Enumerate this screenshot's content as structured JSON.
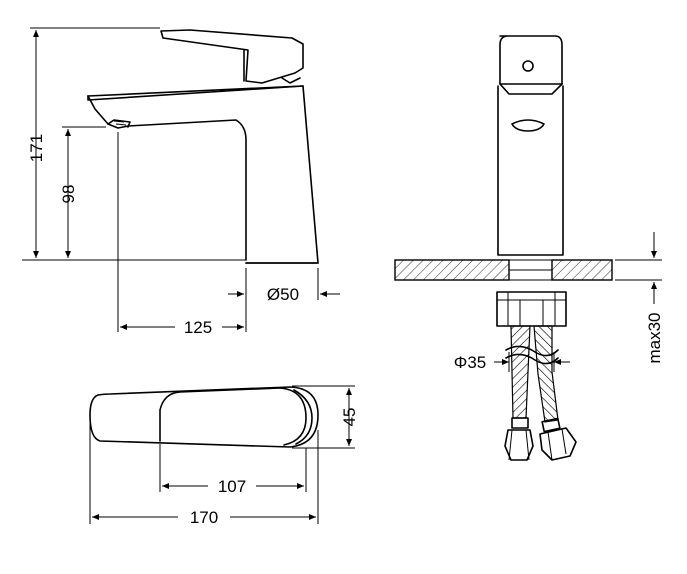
{
  "dimensions": {
    "overall_height": "171",
    "spout_height": "98",
    "base_diameter": "Ø50",
    "spout_reach": "125",
    "body_width": "45",
    "lever_length": "107",
    "overall_length": "170",
    "hose_diameter": "Φ35",
    "max_deck_thickness": "max30"
  },
  "colors": {
    "line": "#000000",
    "background": "#ffffff"
  }
}
